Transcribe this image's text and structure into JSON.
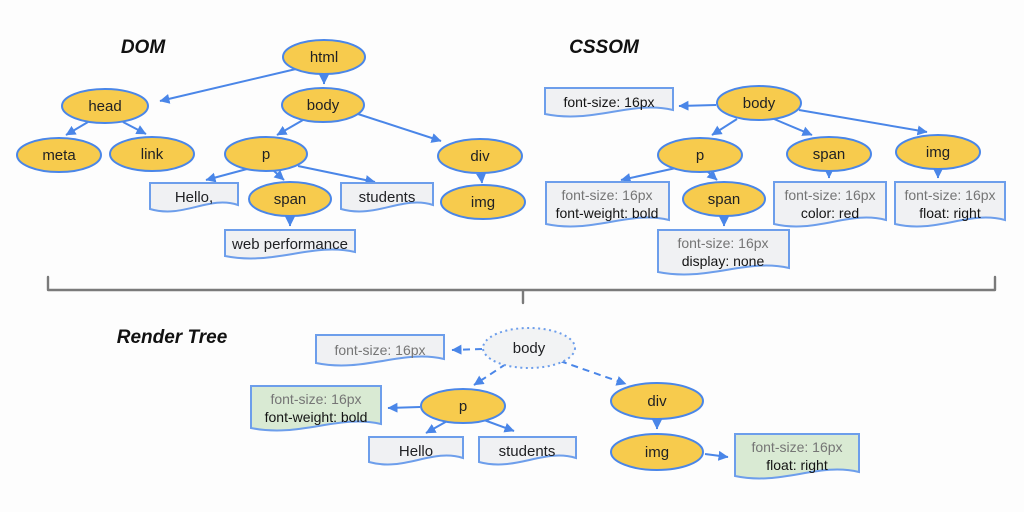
{
  "colors": {
    "node_fill": "#F7CB4D",
    "node_stroke": "#4A86E8",
    "box_fill": "#F0F1F3",
    "box_stroke": "#6D9EEB",
    "green_box_fill": "#D9EAD3",
    "arrow": "#4A86E8",
    "brace": "#7a7a7a",
    "muted_text": "#757575",
    "text": "#202124"
  },
  "dom": {
    "title": "DOM",
    "nodes": {
      "html": "html",
      "head": "head",
      "body": "body",
      "meta": "meta",
      "link": "link",
      "p": "p",
      "span": "span",
      "div": "div",
      "img": "img"
    },
    "text_nodes": {
      "hello": "Hello,",
      "students": "students",
      "web_performance": "web performance"
    }
  },
  "cssom": {
    "title": "CSSOM",
    "nodes": {
      "body": "body",
      "p": "p",
      "span": "span",
      "img": "img",
      "p_span": "span"
    },
    "rules": {
      "body_line1": "font-size: 16px",
      "p_line1": "font-size: 16px",
      "p_line2": "font-weight: bold",
      "span_line1": "font-size: 16px",
      "span_line2": "color: red",
      "img_line1": "font-size: 16px",
      "img_line2": "float: right",
      "p_span_line1": "font-size: 16px",
      "p_span_line2": "display: none"
    }
  },
  "render": {
    "title": "Render Tree",
    "nodes": {
      "body": "body",
      "p": "p",
      "div": "div",
      "img": "img"
    },
    "text_nodes": {
      "hello": "Hello",
      "students": "students"
    },
    "rules": {
      "body_line1": "font-size: 16px",
      "p_line1": "font-size: 16px",
      "p_line2": "font-weight: bold",
      "img_line1": "font-size: 16px",
      "img_line2": "float: right"
    }
  }
}
